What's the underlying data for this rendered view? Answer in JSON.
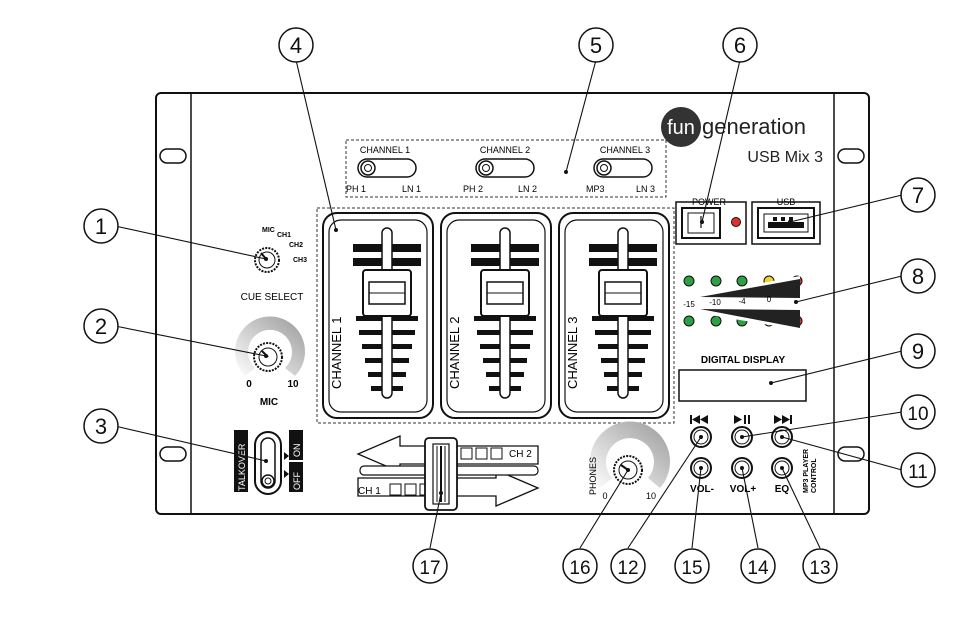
{
  "brand": {
    "logo_prefix": "fun",
    "logo_suffix": "generation",
    "model": "USB Mix 3"
  },
  "callouts": [
    "1",
    "2",
    "3",
    "4",
    "5",
    "6",
    "7",
    "8",
    "9",
    "10",
    "11",
    "12",
    "13",
    "14",
    "15",
    "16",
    "17"
  ],
  "cue_select": {
    "label": "CUE SELECT",
    "positions": [
      "MIC",
      "CH1",
      "CH2",
      "CH3"
    ]
  },
  "mic": {
    "label": "MIC",
    "min": "0",
    "max": "10"
  },
  "talkover": {
    "left": "TALKOVER",
    "right_on": "ON",
    "right_off": "OFF"
  },
  "input_switches": [
    {
      "title": "CHANNEL 1",
      "left": "PH 1",
      "right": "LN 1"
    },
    {
      "title": "CHANNEL 2",
      "left": "PH 2",
      "right": "LN 2"
    },
    {
      "title": "CHANNEL 3",
      "left": "MP3",
      "right": "LN 3"
    }
  ],
  "channels": [
    "CHANNEL 1",
    "CHANNEL 2",
    "CHANNEL 3"
  ],
  "crossfader": {
    "ch1": "CH 1",
    "ch2": "CH 2"
  },
  "power": {
    "label": "POWER"
  },
  "usb": {
    "label": "USB"
  },
  "meter": {
    "scale": [
      "-15",
      "-10",
      "-4",
      "0"
    ],
    "led_colors": [
      "#2ea043",
      "#2ea043",
      "#2ea043",
      "#f2d22e",
      "#e03030"
    ]
  },
  "display": {
    "label": "DIGITAL DISPLAY"
  },
  "phones": {
    "label": "PHONES",
    "min": "0",
    "max": "10"
  },
  "mp3_buttons": {
    "prev_icon": "skip-back-icon",
    "play_icon": "play-pause-icon",
    "next_icon": "skip-forward-icon",
    "vol_minus": "VOL-",
    "vol_plus": "VOL+",
    "eq": "EQ",
    "section_label_1": "MP3 PLAYER",
    "section_label_2": "CONTROL"
  }
}
